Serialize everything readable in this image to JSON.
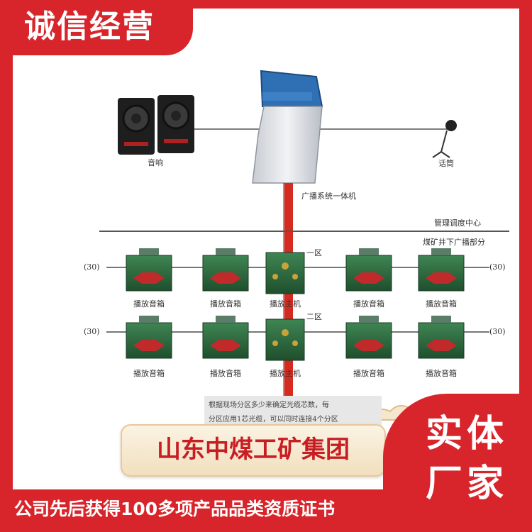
{
  "banner": {
    "top_badge": "诚信经营",
    "company_name": "山东中煤工矿集团",
    "factory_badge": "实体厂家",
    "bottom_text": "公司先后获得100多项产品品类资质证书"
  },
  "diagram": {
    "speaker_label": "音响",
    "mic_label": "话筒",
    "terminal_label": "广播系统一体机",
    "center_label": "管理调度中心",
    "underground_label": "煤矿井下广播部分",
    "zone1_label": "一区",
    "zone2_label": "二区",
    "box_label": "播放音箱",
    "host_label": "播放主机",
    "end_label": "(30)",
    "note_line1": "根据现场分区多少来确定光缆芯数，每",
    "note_line2": "分区应用1芯光缆，可以同时连接4个分区"
  },
  "colors": {
    "brand_red": "#d8252b",
    "cable_red": "#d42a20",
    "box_green": "#2d6a3e",
    "terminal_blue": "#2f6fb4"
  }
}
